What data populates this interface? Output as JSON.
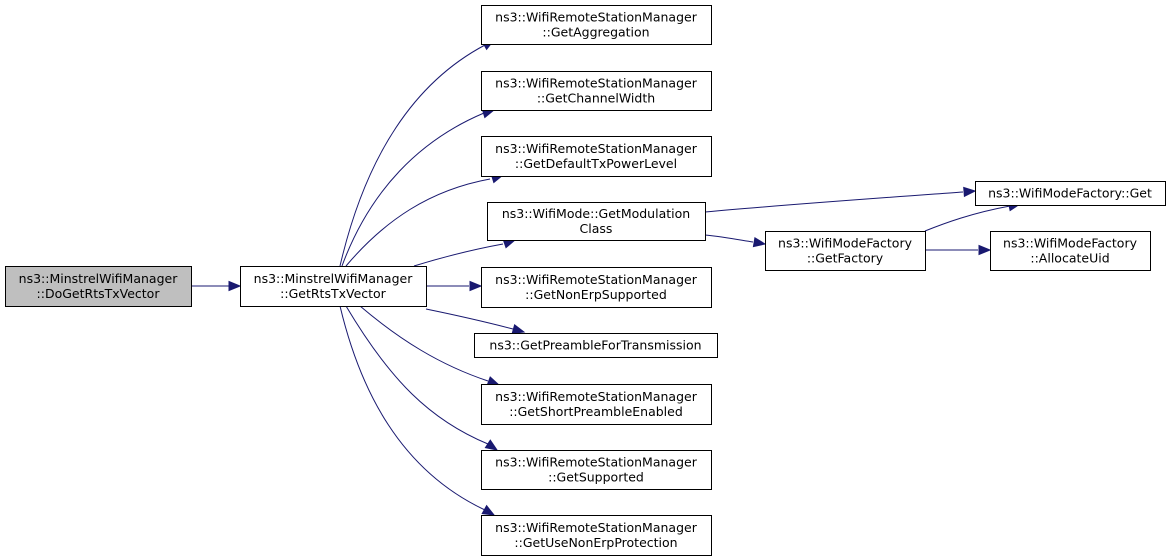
{
  "nodes": {
    "root": [
      "ns3::MinstrelWifiManager",
      "::DoGetRtsTxVector"
    ],
    "getRtsTxVector": [
      "ns3::MinstrelWifiManager",
      "::GetRtsTxVector"
    ],
    "getAggregation": [
      "ns3::WifiRemoteStationManager",
      "::GetAggregation"
    ],
    "getChannelWidth": [
      "ns3::WifiRemoteStationManager",
      "::GetChannelWidth"
    ],
    "getDefaultTxPowerLevel": [
      "ns3::WifiRemoteStationManager",
      "::GetDefaultTxPowerLevel"
    ],
    "getModulationClass": [
      "ns3::WifiMode::GetModulation",
      "Class"
    ],
    "getNonErpSupported": [
      "ns3::WifiRemoteStationManager",
      "::GetNonErpSupported"
    ],
    "getPreambleForTransmission": [
      "ns3::GetPreambleForTransmission"
    ],
    "getShortPreambleEnabled": [
      "ns3::WifiRemoteStationManager",
      "::GetShortPreambleEnabled"
    ],
    "getSupported": [
      "ns3::WifiRemoteStationManager",
      "::GetSupported"
    ],
    "getUseNonErpProtection": [
      "ns3::WifiRemoteStationManager",
      "::GetUseNonErpProtection"
    ],
    "factoryGet": [
      "ns3::WifiModeFactory::Get"
    ],
    "getFactory": [
      "ns3::WifiModeFactory",
      "::GetFactory"
    ],
    "allocateUid": [
      "ns3::WifiModeFactory",
      "::AllocateUid"
    ]
  },
  "edges": [
    [
      "root",
      "getRtsTxVector"
    ],
    [
      "getRtsTxVector",
      "getAggregation"
    ],
    [
      "getRtsTxVector",
      "getChannelWidth"
    ],
    [
      "getRtsTxVector",
      "getDefaultTxPowerLevel"
    ],
    [
      "getRtsTxVector",
      "getModulationClass"
    ],
    [
      "getRtsTxVector",
      "getNonErpSupported"
    ],
    [
      "getRtsTxVector",
      "getPreambleForTransmission"
    ],
    [
      "getRtsTxVector",
      "getShortPreambleEnabled"
    ],
    [
      "getRtsTxVector",
      "getSupported"
    ],
    [
      "getRtsTxVector",
      "getUseNonErpProtection"
    ],
    [
      "getModulationClass",
      "factoryGet"
    ],
    [
      "getModulationClass",
      "getFactory"
    ],
    [
      "getFactory",
      "factoryGet"
    ],
    [
      "getFactory",
      "allocateUid"
    ]
  ],
  "colors": {
    "edge": "#191970",
    "root_fill": "#bfbfbf",
    "node_fill": "#ffffff",
    "border": "#000000"
  }
}
